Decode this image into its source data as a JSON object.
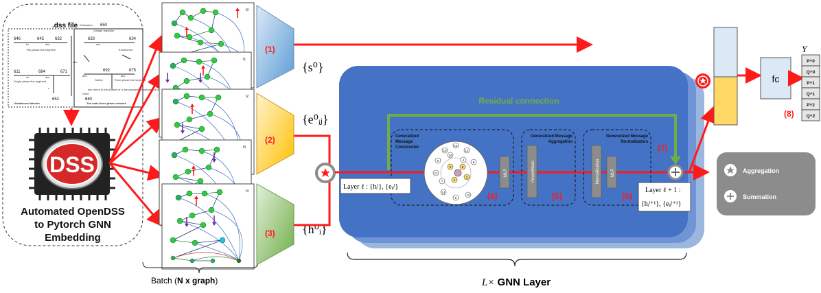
{
  "left_panel": {
    "dss_file_title": ".dss file",
    "feeder_title": "Unbalanced laterals",
    "network_title": "The main three-phase network",
    "nodes": [
      "646",
      "645",
      "632",
      "633",
      "634",
      "611",
      "684",
      "671",
      "692",
      "675",
      "652",
      "680",
      "650"
    ],
    "annotations": [
      "Substation",
      "Voltage regulator",
      "Two-phase line segment",
      "Transformer",
      "Single-phase line segment",
      "Switch",
      "Three-phase line segment",
      "Node",
      "abc refers to the phases of a line segment; 0 indicates a null phase"
    ],
    "phase_labels": [
      "bc",
      "abc",
      "ac",
      "c",
      "abc",
      "abc",
      "abc",
      "abc",
      "abc"
    ],
    "dss_logo": "DSS",
    "caption_lines": [
      "Automated OpenDSS",
      "to Pytorch GNN",
      "Embedding"
    ]
  },
  "graphs": {
    "tags": [
      "t0",
      "t1",
      "t2",
      "t3",
      "t4"
    ],
    "batch_caption_prefix": "Batch (",
    "batch_caption_n": "N x",
    "batch_caption_graph": "graph",
    "batch_caption_suffix": ")"
  },
  "encoders": [
    {
      "label": "(1)",
      "symbol": "{s⁰}"
    },
    {
      "label": "(2)",
      "symbol": "{e⁰ᵢⱼ}"
    },
    {
      "label": "(3)",
      "symbol": "{h⁰ᵢ}"
    }
  ],
  "gnn_layer": {
    "residual_label": "Residual connection",
    "constructor_lines": [
      "Generalized",
      "Message",
      "Constructor"
    ],
    "aggregation_lines": [
      "Generalized Message",
      "Aggregation"
    ],
    "normalization_lines": [
      "Generalized Message",
      "Normalization"
    ],
    "mlp_label": "MLP",
    "powermean_label": "PowerMean",
    "normalization_label": "Normalization",
    "step_labels": [
      "(4)",
      "(5)",
      "(6)",
      "(7)"
    ],
    "input_label": "Layer ℓ : {hᵢˡ}, {eᵢⱼˡ}",
    "output_label_top": "Layer ℓ + 1 :",
    "output_label_bottom": "{hᵢˡ⁺¹}, {eᵢⱼˡ⁺¹}",
    "circle_nodes": [
      "15",
      "10",
      "12",
      "9",
      "4",
      "8",
      "11",
      "3",
      "5",
      "7",
      "1",
      "2",
      "14",
      "6",
      "13",
      "16"
    ],
    "caption_prefix": "L×",
    "caption_text": "GNN Layer"
  },
  "output": {
    "fc_label": "fc",
    "step_label": "(8)",
    "y_label": "Y",
    "y_values": [
      "P^0",
      "Q^0",
      "P^1",
      "Q^1",
      "P^2",
      "Q^2"
    ]
  },
  "legend": {
    "aggregation": "Aggregation",
    "summation": "Summation"
  },
  "colors": {
    "red": "#ff1a1a",
    "blue_block": "#4472c4",
    "green_residual": "#70ad47",
    "encoder1": "#9dc3e6",
    "encoder2": "#ffc000",
    "encoder3": "#a9d18e",
    "concat_top": "#dbe9f7",
    "concat_bottom": "#ffd966",
    "legend_bg": "#8c8c8c"
  }
}
